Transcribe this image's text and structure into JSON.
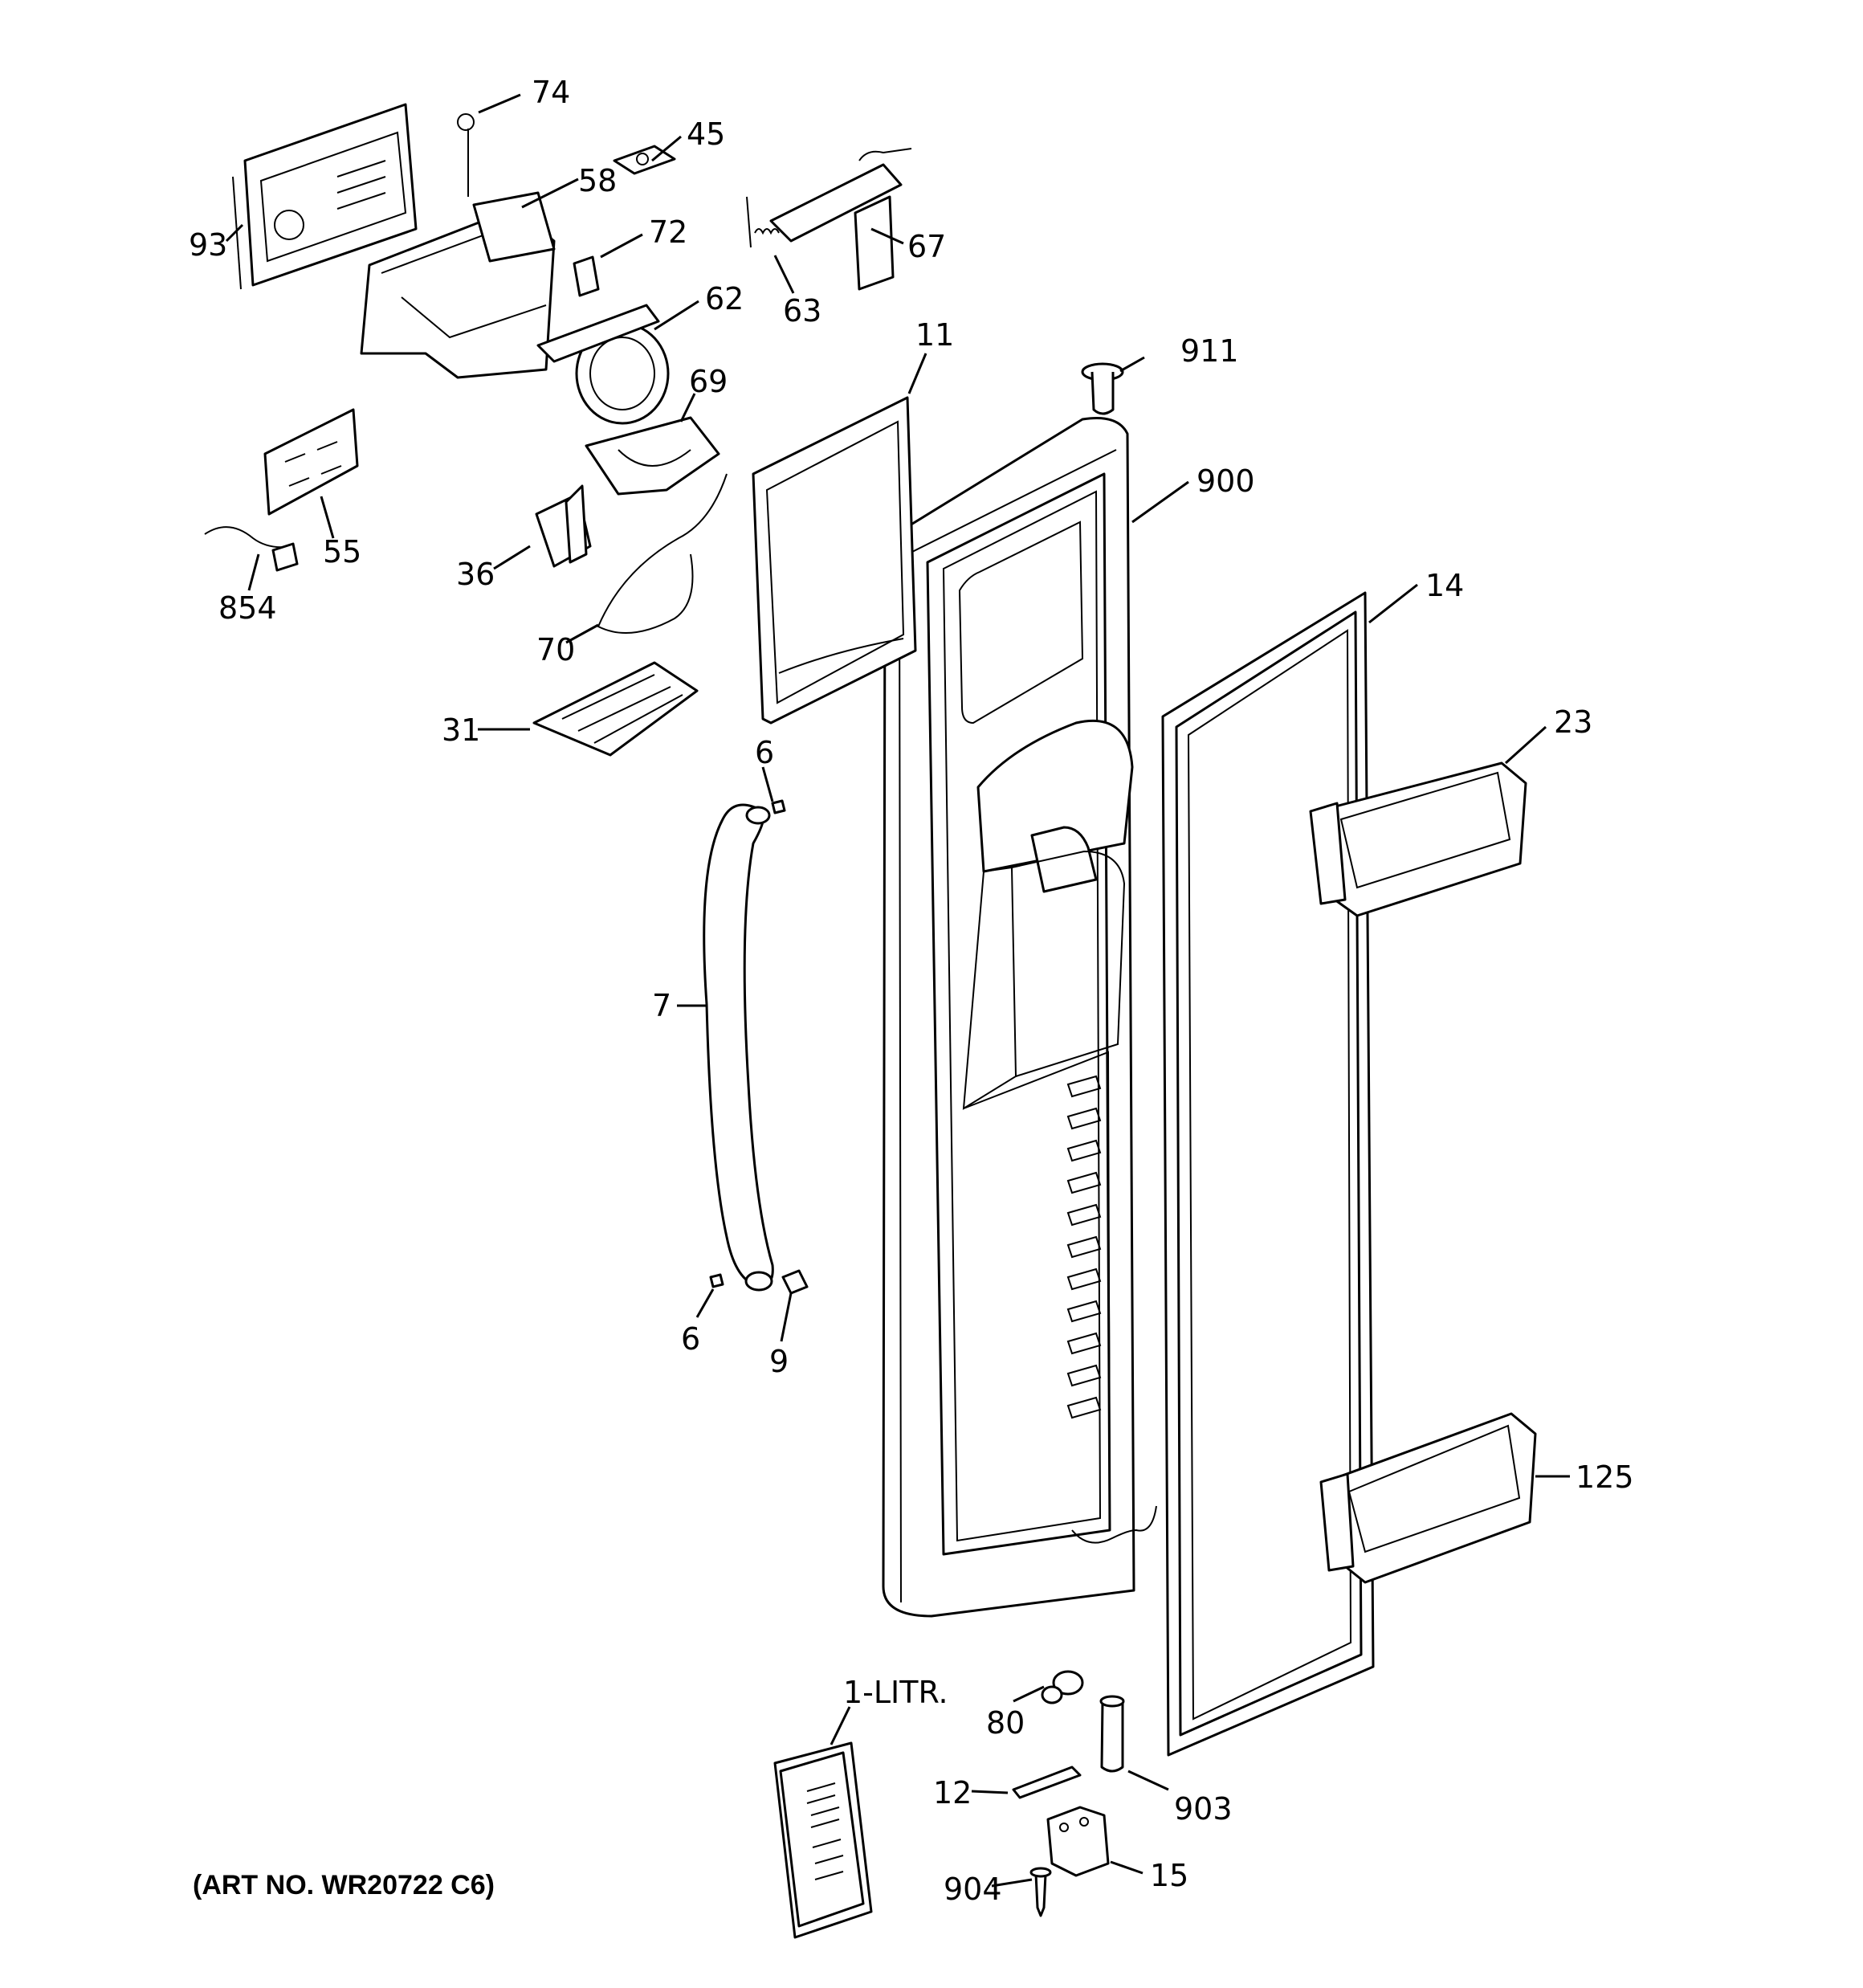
{
  "diagram": {
    "art_number": "(ART NO. WR20722 C6)",
    "parts": [
      {
        "id": "p74",
        "label": "74"
      },
      {
        "id": "p45",
        "label": "45"
      },
      {
        "id": "p58",
        "label": "58"
      },
      {
        "id": "p72",
        "label": "72"
      },
      {
        "id": "p67",
        "label": "67"
      },
      {
        "id": "p63",
        "label": "63"
      },
      {
        "id": "p93",
        "label": "93"
      },
      {
        "id": "p62",
        "label": "62"
      },
      {
        "id": "p11",
        "label": "11"
      },
      {
        "id": "p911",
        "label": "911"
      },
      {
        "id": "p69",
        "label": "69"
      },
      {
        "id": "p900",
        "label": "900"
      },
      {
        "id": "p55",
        "label": "55"
      },
      {
        "id": "p36",
        "label": "36"
      },
      {
        "id": "p854",
        "label": "854"
      },
      {
        "id": "p14",
        "label": "14"
      },
      {
        "id": "p70",
        "label": "70"
      },
      {
        "id": "p23",
        "label": "23"
      },
      {
        "id": "p31",
        "label": "31"
      },
      {
        "id": "p6a",
        "label": "6"
      },
      {
        "id": "p7",
        "label": "7"
      },
      {
        "id": "p6b",
        "label": "6"
      },
      {
        "id": "p9",
        "label": "9"
      },
      {
        "id": "p125",
        "label": "125"
      },
      {
        "id": "p1litr",
        "label": "1-LITR."
      },
      {
        "id": "p80",
        "label": "80"
      },
      {
        "id": "p12",
        "label": "12"
      },
      {
        "id": "p903",
        "label": "903"
      },
      {
        "id": "p904",
        "label": "904"
      },
      {
        "id": "p15",
        "label": "15"
      }
    ]
  }
}
